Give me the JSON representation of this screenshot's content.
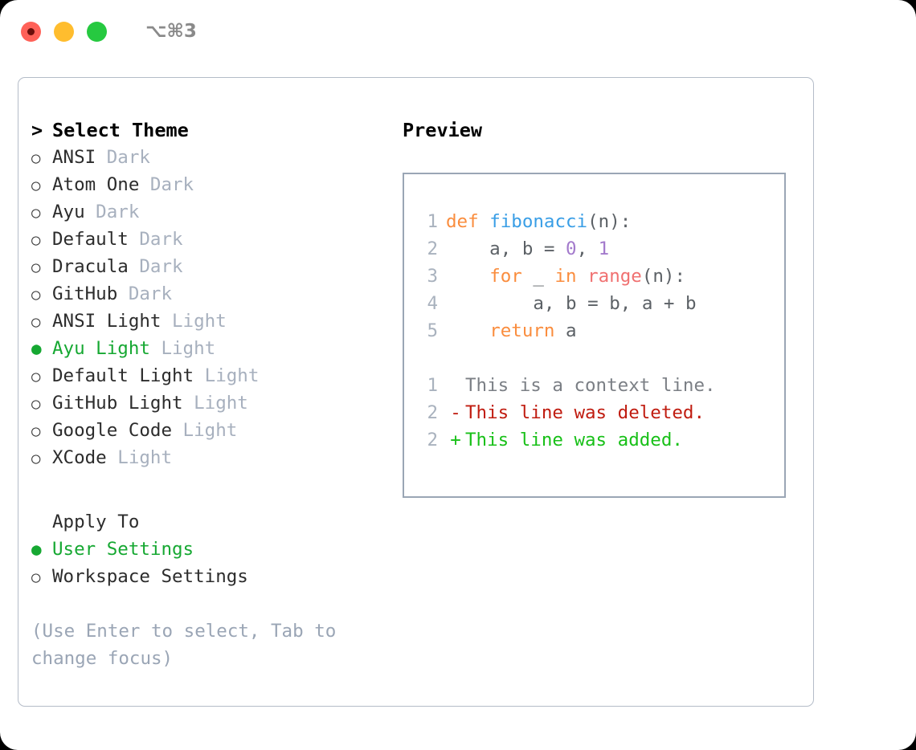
{
  "window": {
    "shortcut": "⌥⌘3",
    "traffic_lights": [
      {
        "name": "close",
        "color": "#ff6158"
      },
      {
        "name": "minimize",
        "color": "#ffbd2e"
      },
      {
        "name": "maximize",
        "color": "#26c940"
      }
    ]
  },
  "theme_list": {
    "header_marker": ">",
    "header": "Select Theme",
    "items": [
      {
        "marker": "○",
        "label": "ANSI",
        "meta": "Dark",
        "selected": false
      },
      {
        "marker": "○",
        "label": "Atom One",
        "meta": "Dark",
        "selected": false
      },
      {
        "marker": "○",
        "label": "Ayu",
        "meta": "Dark",
        "selected": false
      },
      {
        "marker": "○",
        "label": "Default",
        "meta": "Dark",
        "selected": false
      },
      {
        "marker": "○",
        "label": "Dracula",
        "meta": "Dark",
        "selected": false
      },
      {
        "marker": "○",
        "label": "GitHub",
        "meta": "Dark",
        "selected": false
      },
      {
        "marker": "○",
        "label": "ANSI Light",
        "meta": "Light",
        "selected": false
      },
      {
        "marker": "●",
        "label": "Ayu Light",
        "meta": "Light",
        "selected": true
      },
      {
        "marker": "○",
        "label": "Default Light",
        "meta": "Light",
        "selected": false
      },
      {
        "marker": "○",
        "label": "GitHub Light",
        "meta": "Light",
        "selected": false
      },
      {
        "marker": "○",
        "label": "Google Code",
        "meta": "Light",
        "selected": false
      },
      {
        "marker": "○",
        "label": "XCode",
        "meta": "Light",
        "selected": false
      }
    ]
  },
  "apply_to": {
    "header": "Apply To",
    "items": [
      {
        "marker": "●",
        "label": "User Settings",
        "selected": true
      },
      {
        "marker": "○",
        "label": "Workspace Settings",
        "selected": false
      }
    ]
  },
  "hint": "(Use Enter to select, Tab to change focus)",
  "preview": {
    "title": "Preview",
    "code_lines": [
      {
        "lineno": "1",
        "tokens": [
          {
            "text": "def ",
            "type": "kw"
          },
          {
            "text": "fibonacci",
            "type": "fn"
          },
          {
            "text": "(n):",
            "type": "plain"
          }
        ]
      },
      {
        "lineno": "2",
        "tokens": [
          {
            "text": "    a, b = ",
            "type": "plain"
          },
          {
            "text": "0",
            "type": "num"
          },
          {
            "text": ", ",
            "type": "plain"
          },
          {
            "text": "1",
            "type": "num"
          }
        ]
      },
      {
        "lineno": "3",
        "tokens": [
          {
            "text": "    ",
            "type": "plain"
          },
          {
            "text": "for",
            "type": "kw"
          },
          {
            "text": " _ ",
            "type": "plain"
          },
          {
            "text": "in",
            "type": "kw"
          },
          {
            "text": " ",
            "type": "plain"
          },
          {
            "text": "range",
            "type": "call"
          },
          {
            "text": "(n):",
            "type": "plain"
          }
        ]
      },
      {
        "lineno": "4",
        "tokens": [
          {
            "text": "        a, b = b, a + b",
            "type": "plain"
          }
        ]
      },
      {
        "lineno": "5",
        "tokens": [
          {
            "text": "    ",
            "type": "plain"
          },
          {
            "text": "return",
            "type": "kw"
          },
          {
            "text": " a",
            "type": "plain"
          }
        ]
      }
    ],
    "diff_lines": [
      {
        "lineno": "1",
        "mark": " ",
        "text": "This is a context line.",
        "kind": "ctx"
      },
      {
        "lineno": "2",
        "mark": "-",
        "text": "This line was deleted.",
        "kind": "del"
      },
      {
        "lineno": "2",
        "mark": "+",
        "text": "This line was added.",
        "kind": "add"
      }
    ]
  },
  "colors": {
    "accent_green": "#16a832",
    "keyword_orange": "#fa8d3e",
    "function_blue": "#399ee6",
    "number_purple": "#a37acc",
    "call_red": "#f07171",
    "muted": "#a7b0be",
    "diff_deleted": "#c01c10",
    "diff_added": "#18c018"
  }
}
